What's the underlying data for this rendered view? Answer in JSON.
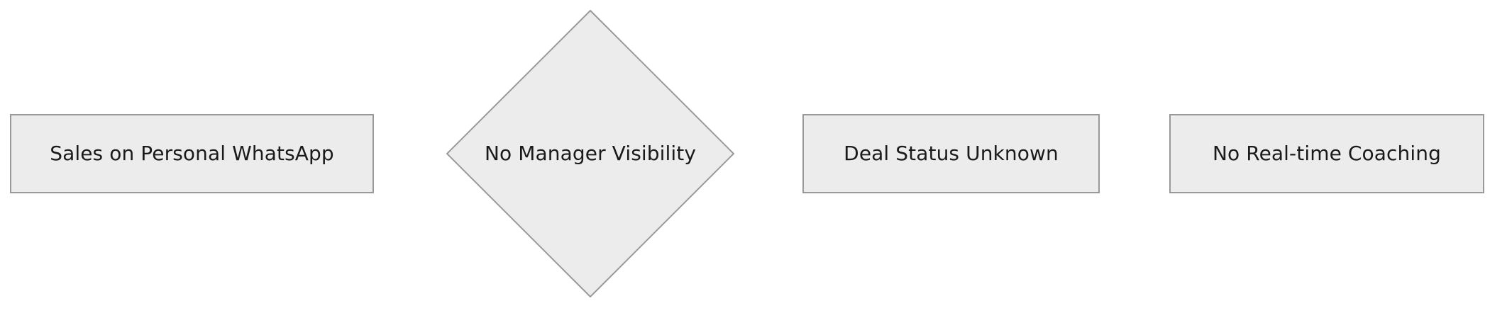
{
  "diagram": {
    "type": "flowchart",
    "background_color": "#ffffff",
    "node_fill_color": "#ececec",
    "node_stroke_color": "#999999",
    "label_text_color": "#1a1a1a",
    "nodes": [
      {
        "id": "sales-personal-whatsapp",
        "shape": "rectangle",
        "label": "Sales on Personal WhatsApp"
      },
      {
        "id": "no-manager-visibility",
        "shape": "diamond",
        "label": "No Manager Visibility"
      },
      {
        "id": "deal-status-unknown",
        "shape": "rectangle",
        "label": "Deal Status Unknown"
      },
      {
        "id": "no-realtime-coaching",
        "shape": "rectangle",
        "label": "No Real-time Coaching"
      }
    ]
  }
}
